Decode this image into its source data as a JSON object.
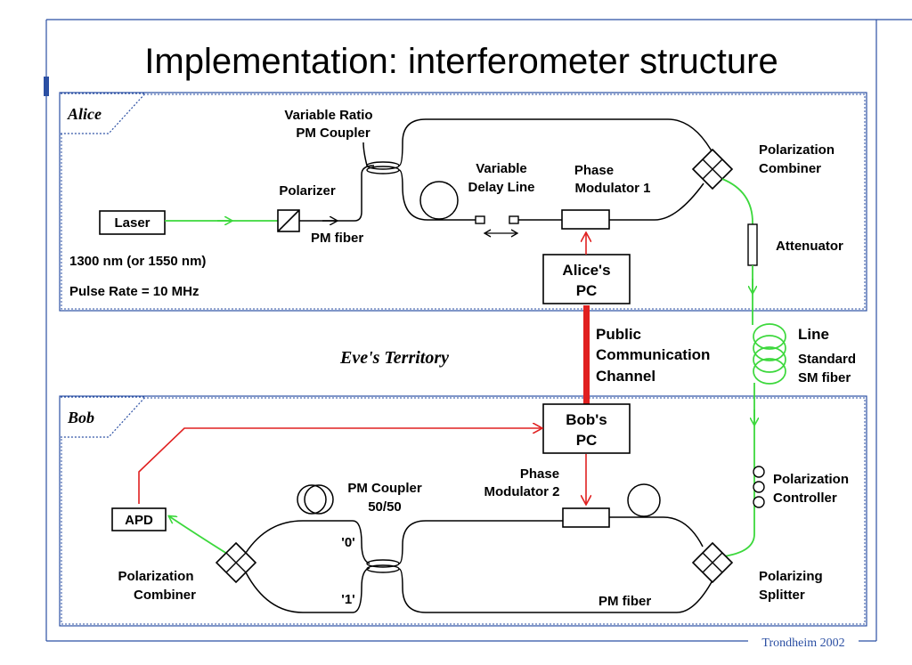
{
  "title": "Implementation: interferometer structure",
  "footer": "Trondheim 2002",
  "colors": {
    "frame": "#2b4fa3",
    "green": "#3cd83c",
    "red": "#e02020",
    "black": "#000000"
  },
  "alice": {
    "tag": "Alice",
    "variable_ratio_coupler": [
      "Variable Ratio",
      "PM Coupler"
    ],
    "polarizer": "Polarizer",
    "laser": "Laser",
    "pm_fiber": "PM fiber",
    "wavelength": "1300 nm (or 1550 nm)",
    "pulse_rate": "Pulse Rate = 10 MHz",
    "variable_delay": [
      "Variable",
      "Delay Line"
    ],
    "phase_modulator": [
      "Phase",
      "Modulator 1"
    ],
    "polarization_combiner": [
      "Polarization",
      "Combiner"
    ],
    "attenuator": "Attenuator",
    "pc": [
      "Alice's",
      "PC"
    ]
  },
  "eve": "Eve's Territory",
  "channel": [
    "Public",
    "Communication",
    "Channel"
  ],
  "line": {
    "title": "Line",
    "fiber": [
      "Standard",
      "SM fiber"
    ]
  },
  "bob": {
    "tag": "Bob",
    "pc": [
      "Bob's",
      "PC"
    ],
    "phase_modulator": [
      "Phase",
      "Modulator 2"
    ],
    "pm_coupler": [
      "PM Coupler",
      "50/50"
    ],
    "apd": "APD",
    "polarization_combiner": [
      "Polarization",
      "Combiner"
    ],
    "port0": "'0'",
    "port1": "'1'",
    "pm_fiber": "PM fiber",
    "polarization_controller": [
      "Polarization",
      "Controller"
    ],
    "polarizing_splitter": [
      "Polarizing",
      "Splitter"
    ]
  }
}
